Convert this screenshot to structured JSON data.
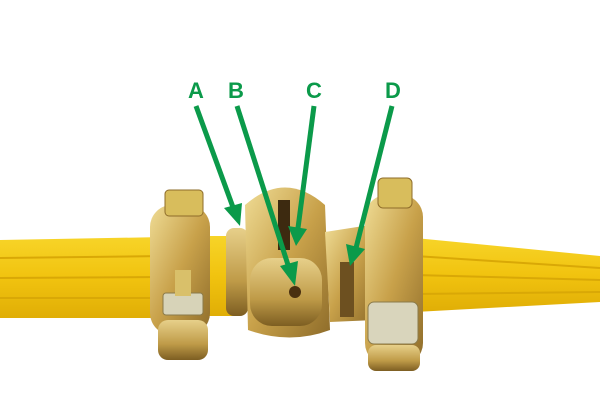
{
  "image": {
    "subject": "yellow-hose-with-claw-couplings",
    "background_color": "#ffffff",
    "hose_color": "#f2c514",
    "metal_color": "#c9a64a",
    "accent_color": "#0b9a4a"
  },
  "labels": [
    {
      "id": "A",
      "text": "A"
    },
    {
      "id": "B",
      "text": "B"
    },
    {
      "id": "C",
      "text": "C"
    },
    {
      "id": "D",
      "text": "D"
    }
  ]
}
